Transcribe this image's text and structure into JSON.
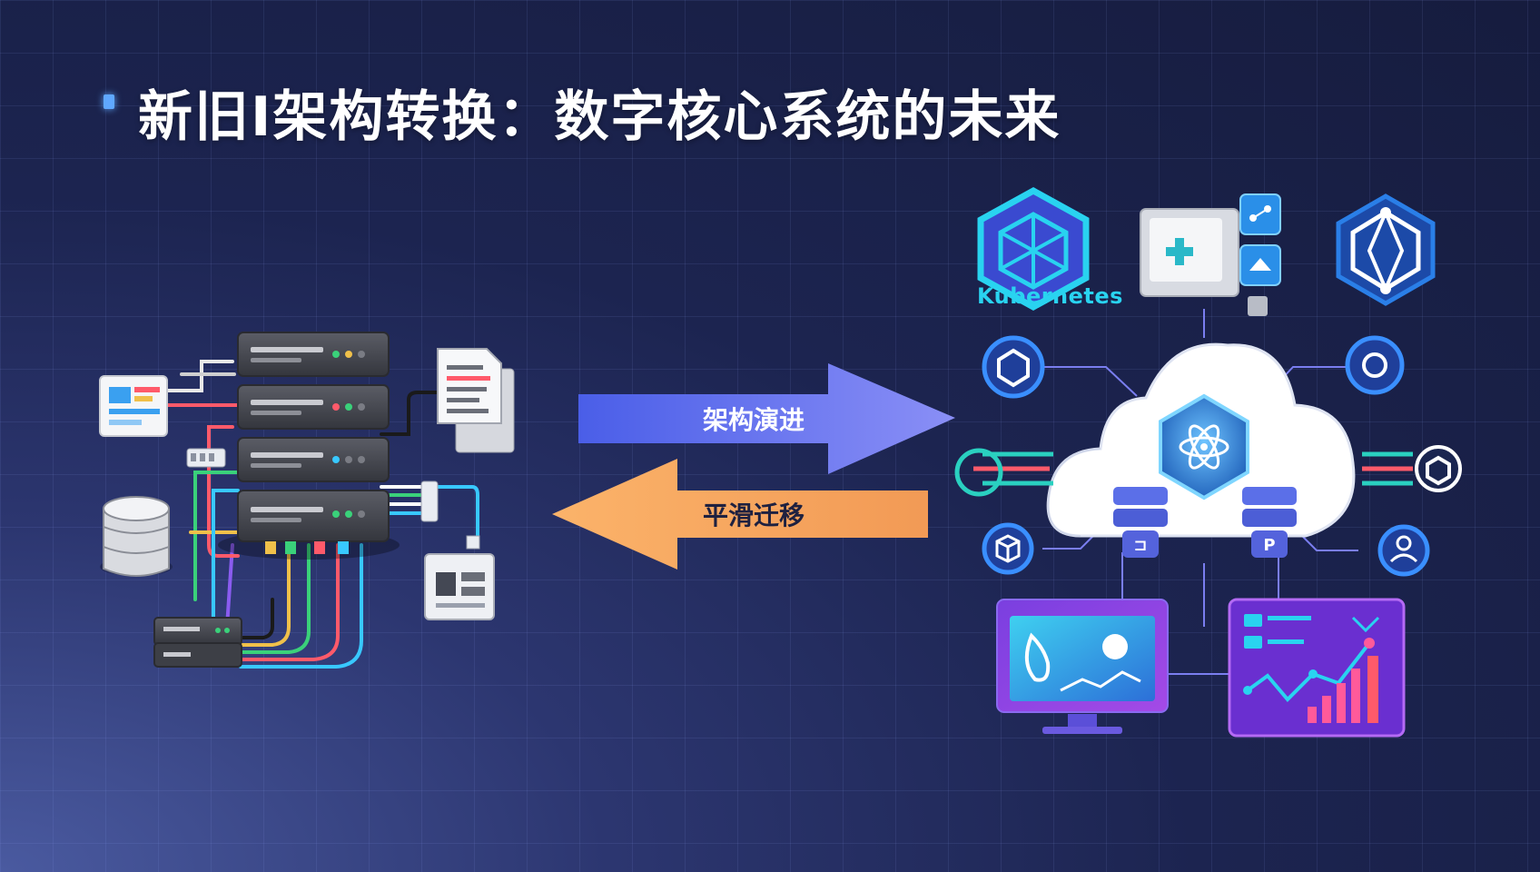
{
  "slide": {
    "title": "新旧I架构转换：数字核心系统的未来"
  },
  "arrows": {
    "forward_label": "架构演进",
    "backward_label": "平滑迁移",
    "forward_color": "#5f6ef0",
    "backward_color": "#f4a55e"
  },
  "modern": {
    "kubernetes_label": "Kubernetes",
    "accent_color": "#29d3f0"
  },
  "icons": {
    "legacy": [
      "server-rack-icon",
      "database-icon",
      "document-icon",
      "report-icon",
      "dashboard-card-icon",
      "network-switch-icon"
    ],
    "modern": [
      "kubernetes-icon",
      "microservice-panel-icon",
      "network-hub-icon",
      "cloud-icon",
      "monitor-dashboard-icon",
      "analytics-dashboard-icon"
    ]
  }
}
